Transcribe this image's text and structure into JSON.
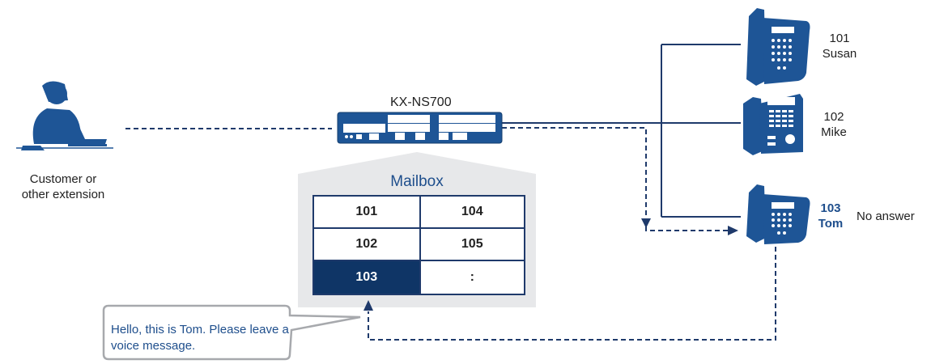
{
  "caller": {
    "line1": "Customer or",
    "line2": "other extension"
  },
  "switch": {
    "label": "KX-NS700"
  },
  "extensions": [
    {
      "number": "101",
      "name": "Susan"
    },
    {
      "number": "102",
      "name": "Mike"
    },
    {
      "number": "103",
      "name": "Tom",
      "status": "No answer"
    }
  ],
  "mailbox": {
    "title": "Mailbox",
    "cells": [
      "101",
      "104",
      "102",
      "105",
      "103",
      ":"
    ]
  },
  "greeting": "Hello, this is Tom. Please leave a voice message.",
  "colors": {
    "accent": "#1e4e8c",
    "dark": "#0f3566",
    "box_gray": "#e7e8ea"
  }
}
